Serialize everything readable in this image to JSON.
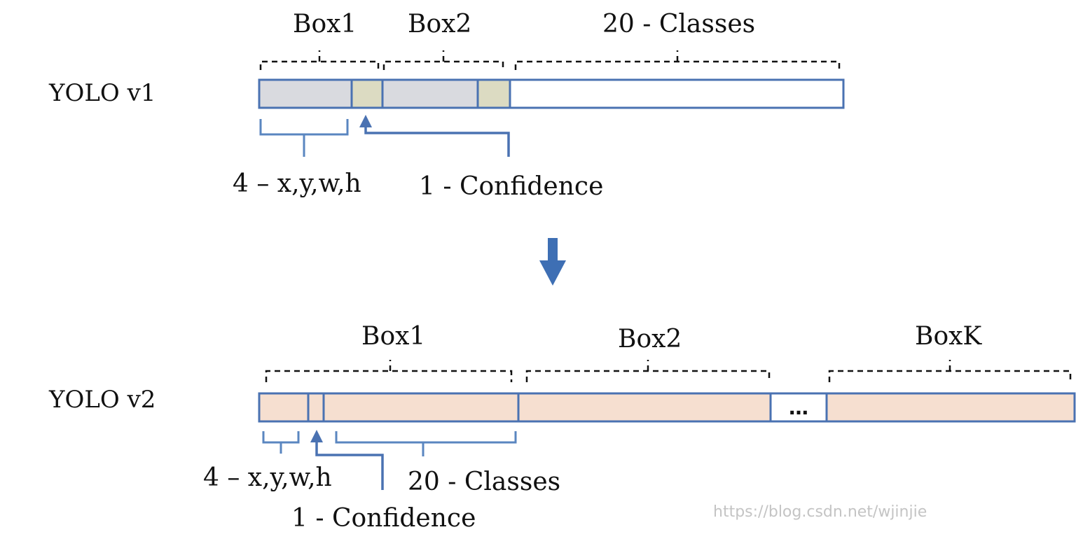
{
  "colors": {
    "border_blue": "#4a72b2",
    "bracket_blue": "#5a86c0",
    "box_gray": "#d9dadf",
    "confidence_tan": "#dcdbc2",
    "class_white": "#ffffff",
    "v2_peach": "#f6dfd0",
    "arrow_blue": "#3e6fb4"
  },
  "v1": {
    "title": "YOLO v1",
    "box1_label": "Box1",
    "box2_label": "Box2",
    "classes_label": "20 - Classes",
    "coords_label": "4 – x,y,w,h",
    "confidence_label": "1 - Confidence"
  },
  "v2": {
    "title": "YOLO v2",
    "box1_label": "Box1",
    "box2_label": "Box2",
    "boxk_label": "BoxK",
    "ellipsis": "…",
    "coords_label": "4 – x,y,w,h",
    "confidence_label": "1 - Confidence",
    "classes_label": "20 - Classes"
  },
  "transition_icon": "down-arrow-icon",
  "watermark": "https://blog.csdn.net/wjinjie"
}
